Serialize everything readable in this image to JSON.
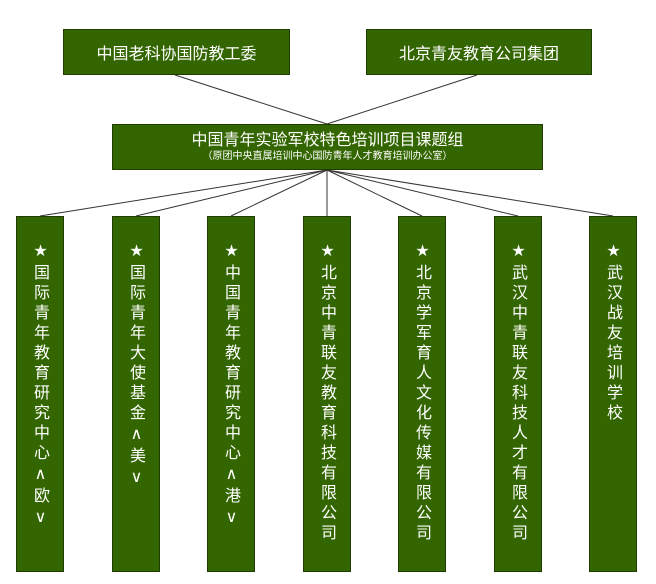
{
  "top_boxes": [
    "中国老科协国防教工委",
    "北京青友教育公司集团"
  ],
  "center": {
    "title": "中国青年实验军校特色培训项目课题组",
    "subtitle": "（原团中央直属培训中心国防青年人才教育培训办公室）"
  },
  "columns": [
    "★国际青年教育研究中心∧欧∨",
    "★国际青年大使基金∧美∨",
    "★中国青年教育研究中心∧港∨",
    "★北京中青联友教育科技有限公司",
    "★北京学军育人文化传媒有限公司",
    "★武汉中青联友科技人才有限公司",
    "★武汉战友培训学校"
  ],
  "colors": {
    "box_fill": "#336600",
    "box_text": "#ffffff",
    "line": "#333333"
  }
}
